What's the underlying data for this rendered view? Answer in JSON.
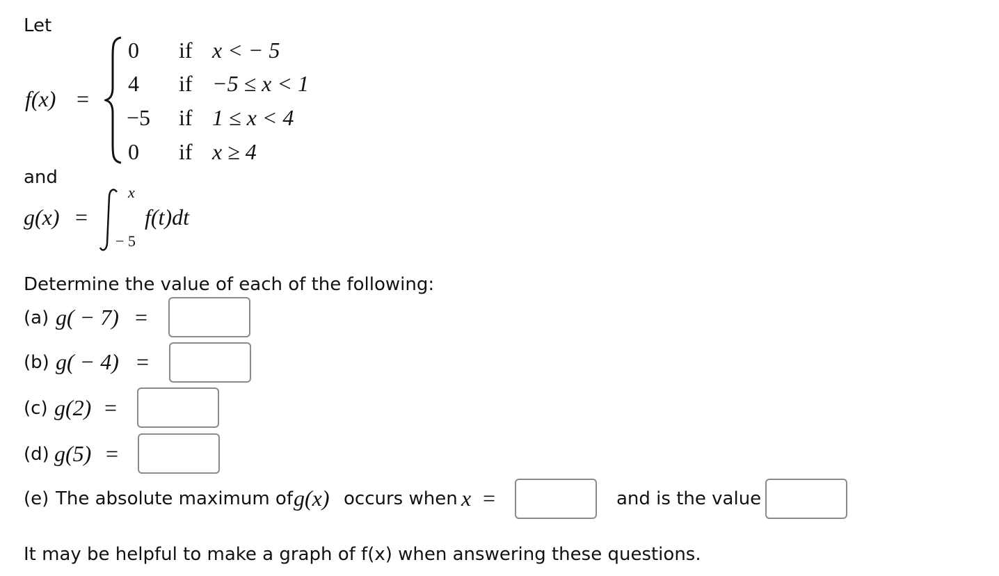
{
  "intro": {
    "let": "Let",
    "and": "and"
  },
  "function_f": {
    "lhs": "f(x)",
    "equals": "=",
    "cases": [
      {
        "value": "0",
        "if_word": "if",
        "condition": "x < − 5"
      },
      {
        "value": "4",
        "if_word": "if",
        "condition": "−5 ≤ x < 1"
      },
      {
        "value": "−5",
        "if_word": "if",
        "condition": "1 ≤ x < 4"
      },
      {
        "value": "0",
        "if_word": "if",
        "condition": "x ≥ 4"
      }
    ]
  },
  "function_g": {
    "lhs": "g(x)",
    "equals": "=",
    "integral_sign": "∫",
    "upper_limit": "x",
    "lower_limit": "− 5",
    "integrand": "f(t)dt"
  },
  "instructions": "Determine the value of each of the following:",
  "questions": [
    {
      "label": "(a)",
      "expression": "g( − 7)",
      "equals": "=",
      "answer": ""
    },
    {
      "label": "(b)",
      "expression": "g( − 4)",
      "equals": "=",
      "answer": ""
    },
    {
      "label": "(c)",
      "expression": "g(2)",
      "equals": "=",
      "answer": ""
    },
    {
      "label": "(d)",
      "expression": "g(5)",
      "equals": "=",
      "answer": ""
    }
  ],
  "question_e": {
    "label": "(e)",
    "text_before": "The absolute maximum of",
    "expression": "g(x)",
    "text_middle": "occurs when",
    "variable": "x",
    "equals": "=",
    "text_after": "and is the value",
    "answer_x": "",
    "answer_value": ""
  },
  "hint": "It may be helpful to make a graph of f(x) when answering these questions."
}
